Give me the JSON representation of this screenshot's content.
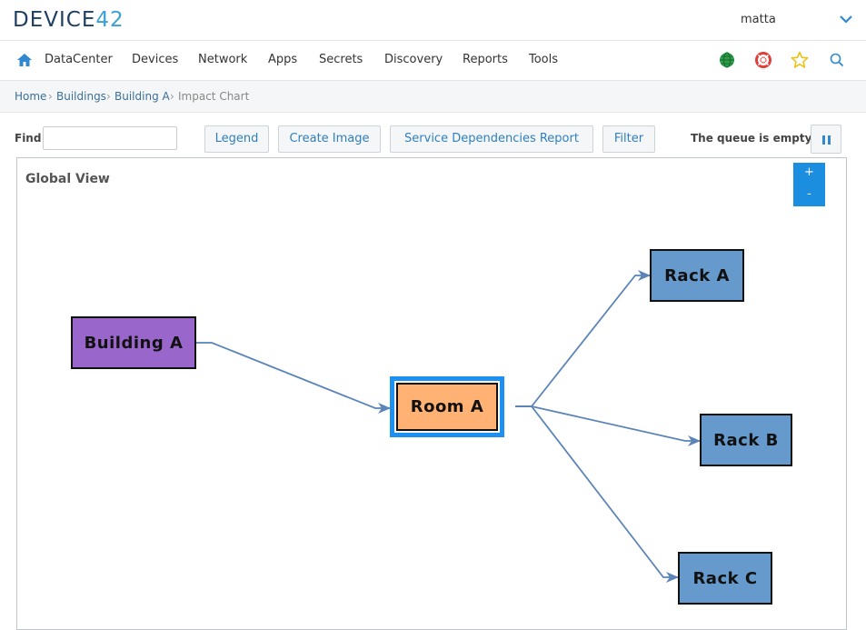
{
  "header": {
    "logo_part1": "DEVICE",
    "logo_part2": "42",
    "user": "matta"
  },
  "nav": {
    "items": [
      "DataCenter",
      "Devices",
      "Network",
      "Apps",
      "Secrets",
      "Discovery",
      "Reports",
      "Tools"
    ],
    "icons": [
      "home-icon",
      "globe-icon",
      "help-lifebuoy-icon",
      "star-icon",
      "search-icon"
    ]
  },
  "breadcrumb": {
    "items": [
      "Home",
      "Buildings",
      "Building A"
    ],
    "current": "Impact Chart",
    "separator": "›"
  },
  "toolbar": {
    "find_label": "Find",
    "find_value": "",
    "buttons": [
      "Legend",
      "Create Image",
      "Service Dependencies Report",
      "Filter"
    ],
    "queue_status": "The queue is empty"
  },
  "chart": {
    "title": "Global View",
    "zoom_in": "+",
    "zoom_out": "-",
    "nodes": [
      {
        "id": "building-a",
        "label": "Building A",
        "color": "#9966cc"
      },
      {
        "id": "room-a",
        "label": "Room A",
        "color": "#ffb273",
        "selected": true
      },
      {
        "id": "rack-a",
        "label": "Rack A",
        "color": "#6699cc"
      },
      {
        "id": "rack-b",
        "label": "Rack B",
        "color": "#6699cc"
      },
      {
        "id": "rack-c",
        "label": "Rack C",
        "color": "#6699cc"
      }
    ],
    "edges": [
      [
        "building-a",
        "room-a"
      ],
      [
        "room-a",
        "rack-a"
      ],
      [
        "room-a",
        "rack-b"
      ],
      [
        "room-a",
        "rack-c"
      ]
    ],
    "edge_color": "#5b84b8",
    "selection_color": "#1e90f0"
  }
}
